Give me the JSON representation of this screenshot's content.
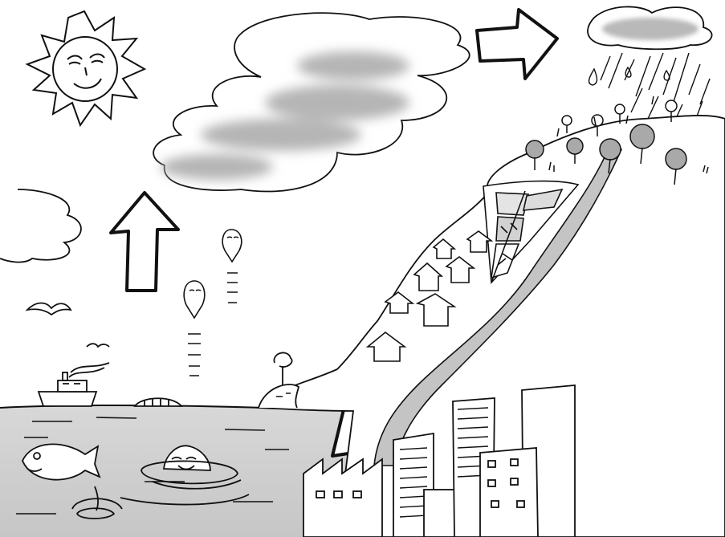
{
  "diagram": {
    "kind": "water-cycle-illustration",
    "labels": [],
    "colors": {
      "ink": "#111111",
      "paper": "#ffffff",
      "cloud_shade": "#bdbdbd",
      "sea": "#cfcfcf",
      "river": "#c4c4c4",
      "tree": "#a9a9a9"
    },
    "elements": [
      "sun",
      "rain-cloud",
      "upper-cloud",
      "left-cloud-edge",
      "seagull",
      "ship",
      "island",
      "sea",
      "fish",
      "swimming-fish",
      "evaporation-drops",
      "mountain",
      "trees",
      "houses",
      "river",
      "soil-layers",
      "factory",
      "city-buildings"
    ],
    "arrows": [
      {
        "name": "evaporation-arrow",
        "direction": "up"
      },
      {
        "name": "cloud-movement-arrow",
        "direction": "right"
      },
      {
        "name": "runoff-arrow",
        "direction": "down-left"
      },
      {
        "name": "return-to-sea-arrow",
        "direction": "down-left"
      }
    ]
  }
}
